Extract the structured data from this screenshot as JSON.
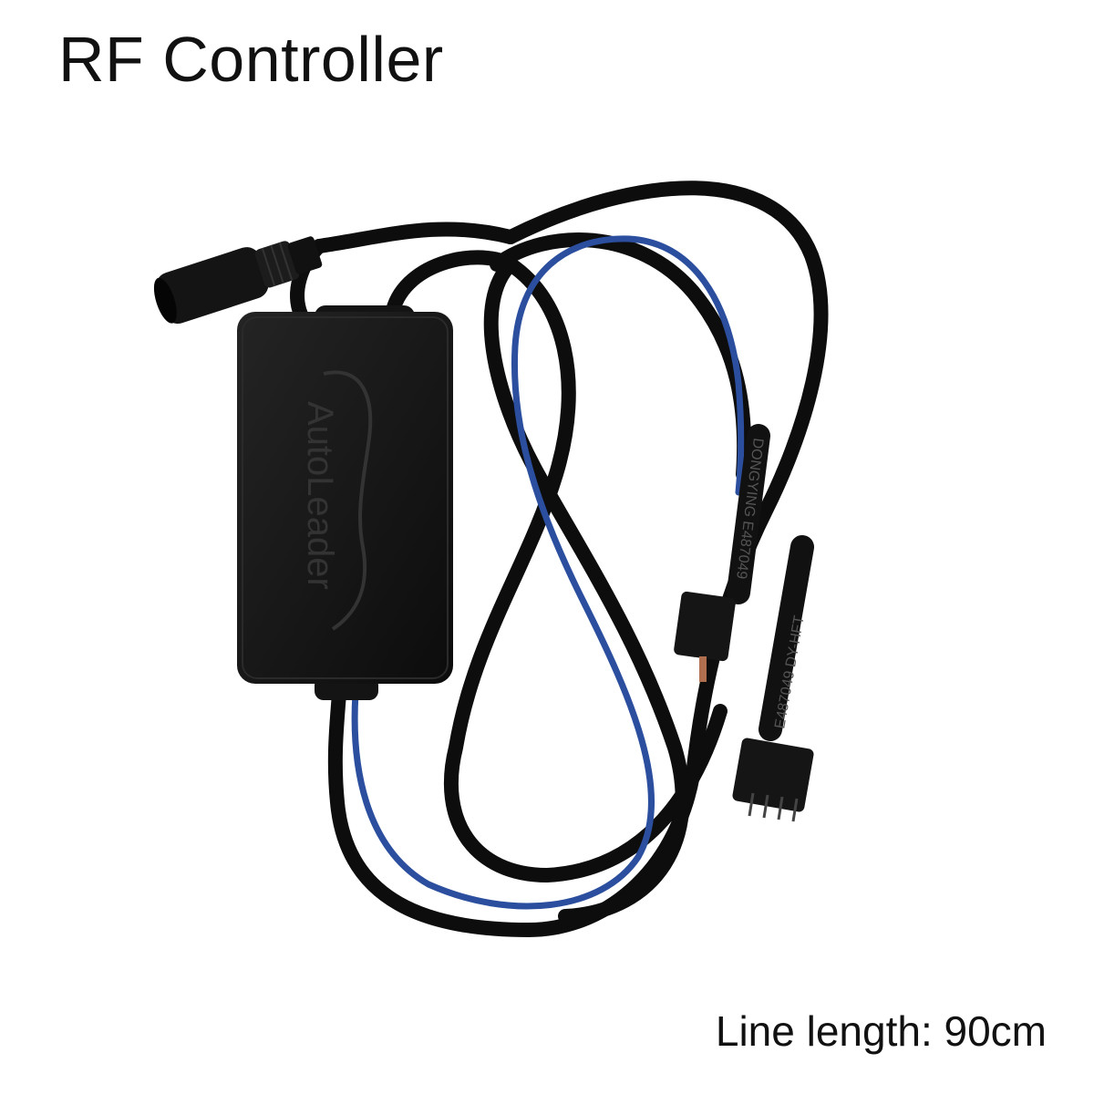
{
  "header": {
    "title": "RF Controller"
  },
  "footer": {
    "caption": "Line length: 90cm"
  },
  "product": {
    "brand_mark": "AutoLeader",
    "cable_print_1": "DONGYING E487049",
    "cable_print_2": "E487049 DY-HFT",
    "colors": {
      "cable": "#0d0d0d",
      "blue_wire": "#2b4f9e",
      "housing": "#161616",
      "logo": "#333333"
    }
  }
}
